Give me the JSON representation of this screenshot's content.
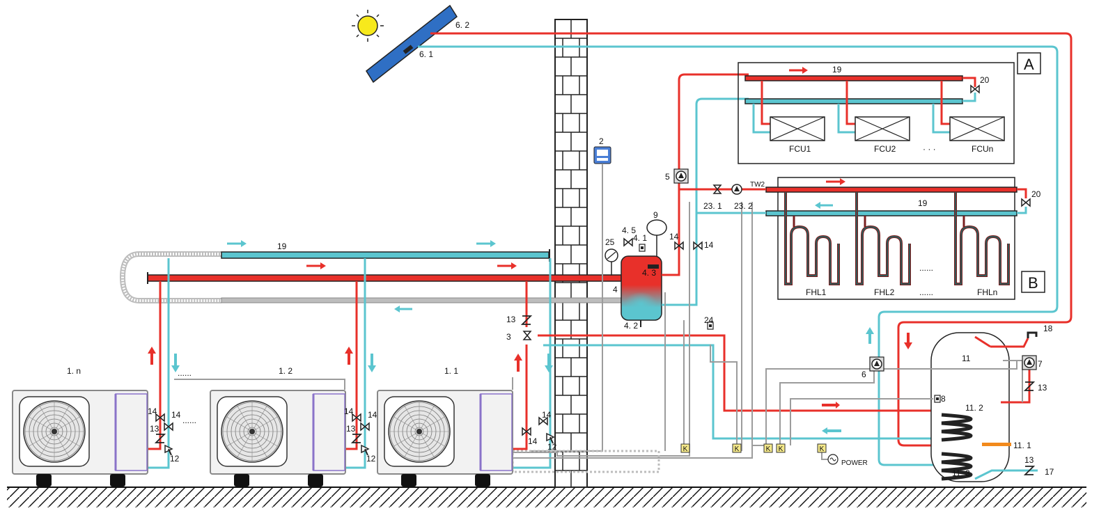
{
  "labels": {
    "unit_n": "1. n",
    "unit_2": "1. 2",
    "unit_1": "1. 1",
    "dots_units_top": "......",
    "dots_units_mid": "......",
    "controller": "2",
    "valve_3": "3",
    "tank": "4",
    "tank_4_1": "4. 1",
    "tank_4_2": "4. 2",
    "tank_4_3": "4. 3",
    "tank_4_5": "4. 5",
    "pump_5": "5",
    "pump_6": "6",
    "pump_7": "7",
    "sensor_8": "8",
    "expansion_9": "9",
    "dhw_tank": "11",
    "dhw_11_1": "11. 1",
    "dhw_11_2": "11. 2",
    "dhw_11_3": "11. 3",
    "filter_12": "12",
    "check_13": "13",
    "shutoff_14": "14",
    "cold_in_17": "17",
    "hot_out_18": "18",
    "header_19": "19",
    "purge_20": "20",
    "mix_23_1": "23. 1",
    "pump_23_2": "23. 2",
    "sensor_24": "24",
    "gauge_25": "25",
    "solar_6_1": "6. 1",
    "solar_6_2": "6. 2",
    "tw2": "TW2",
    "power": "POWER",
    "box_a": "A",
    "box_b": "B",
    "fcu1": "FCU1",
    "fcu2": "FCU2",
    "fcu_dots": "· · ·",
    "fcun": "FCUn",
    "fhl1": "FHL1",
    "fhl2": "FHL2",
    "fhl_dots1": "......",
    "fhl_dots2": "......",
    "fhln": "FHLn",
    "contactor": "K"
  },
  "colors": {
    "hot": "#e8302a",
    "cold": "#5bc5cf",
    "wire": "#9c9c9c",
    "solar_panel": "#2f6fc4",
    "sun": "#f7e91c",
    "unit_stripe": "#8a73c9",
    "coil_orange": "#f28a1c",
    "controller_blue": "#4a7fd6",
    "contactor": "#f5e98a"
  }
}
